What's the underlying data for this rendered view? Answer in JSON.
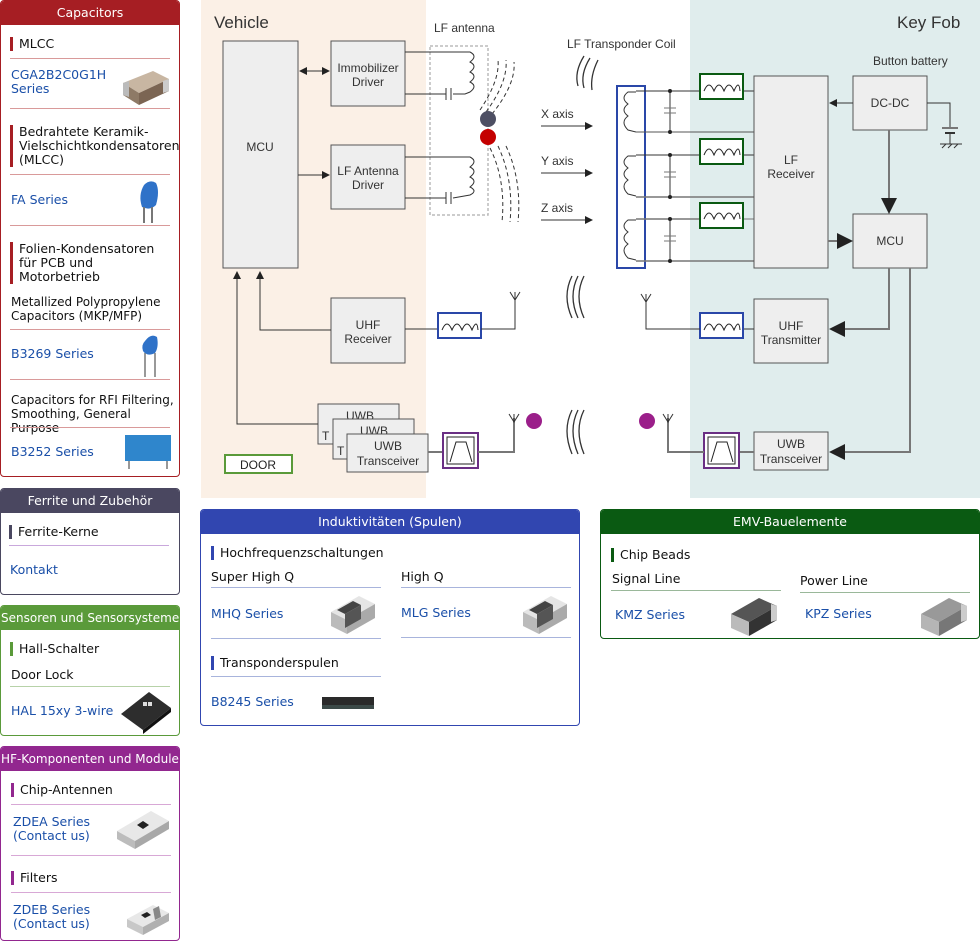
{
  "sidebar": {
    "capacitors": {
      "title": "Capacitors",
      "color": "#a61e23",
      "sections": [
        {
          "heading": "MLCC",
          "link": "CGA2B2C0G1H",
          "link2": "Series"
        },
        {
          "heading1": "Bedrahtete Keramik-",
          "heading2": "Vielschichtkondensatoren",
          "heading3": "(MLCC)",
          "link": "FA Series"
        },
        {
          "heading1": "Folien-Kondensatoren",
          "heading2": "für PCB und",
          "heading3": "Motorbetrieb",
          "sub1": "Metallized Polypropylene",
          "sub2": "Capacitors (MKP/MFP)",
          "link": "B3269 Series"
        },
        {
          "sub1": "Capacitors for RFI Filtering,",
          "sub2": "Smoothing, General Purpose",
          "link": "B3252 Series"
        }
      ]
    },
    "ferrite": {
      "title": "Ferrite und Zubehör",
      "color": "#4a4760",
      "heading": "Ferrite-Kerne",
      "link": "Kontakt"
    },
    "sensors": {
      "title": "Sensoren und Sensorsysteme",
      "color": "#5a9a3a",
      "heading": "Hall-Schalter",
      "sub": "Door Lock",
      "link": "HAL 15xy 3-wire"
    },
    "hf": {
      "title": "HF-Komponenten und Module",
      "color": "#92278f",
      "sections": [
        {
          "heading": "Chip-Antennen",
          "link1": "ZDEA Series",
          "link2": "(Contact us)"
        },
        {
          "heading": "Filters",
          "link1": "ZDEB Series",
          "link2": "(Contact us)"
        }
      ]
    }
  },
  "diagram": {
    "vehicle_label": "Vehicle",
    "keyfob_label": "Key Fob",
    "lf_antenna_label": "LF antenna",
    "lf_transponder_label": "LF Transponder Coil",
    "button_battery_label": "Button battery",
    "axes": [
      "X axis",
      "Y axis",
      "Z axis"
    ],
    "blocks": {
      "mcu_vehicle": "MCU",
      "immobilizer1": "Immobilizer",
      "immobilizer2": "Driver",
      "lfdriver1": "LF Antenna",
      "lfdriver2": "Driver",
      "uhfrx1": "UHF",
      "uhfrx2": "Receiver",
      "uwb1": "UWB",
      "uwb2": "Transceiver",
      "uwb_shadow": "UWB",
      "uwb_shadow_t": "T",
      "door": "DOOR",
      "lfrx1": "LF",
      "lfrx2": "Receiver",
      "dcdc": "DC-DC",
      "mcu_fob": "MCU",
      "uhftx1": "UHF",
      "uhftx2": "Transmitter",
      "fob_uwb1": "UWB",
      "fob_uwb2": "Transceiver"
    },
    "colors": {
      "vehicle_bg": "#fbf0e6",
      "keyfob_bg": "#e0eded",
      "inductor_blue": "#2a47a8",
      "bead_green": "#0a5a12",
      "filter_purple": "#6a2f84",
      "uwb_dot": "#9b1f8a",
      "dot_gray": "#4d4f63",
      "dot_red": "#c40000"
    }
  },
  "inductors": {
    "title": "Induktivitäten (Spulen)",
    "color": "#3146b0",
    "rf_heading": "Hochfrequenzschaltungen",
    "col1_label": "Super High Q",
    "col1_link": "MHQ Series",
    "col2_label": "High Q",
    "col2_link": "MLG Series",
    "tp_heading": "Transponderspulen",
    "tp_link": "B8245 Series"
  },
  "emc": {
    "title": "EMV-Bauelemente",
    "color": "#0a5a12",
    "heading": "Chip Beads",
    "col1_label": "Signal Line",
    "col1_link": "KMZ Series",
    "col2_label": "Power Line",
    "col2_link": "KPZ Series"
  }
}
